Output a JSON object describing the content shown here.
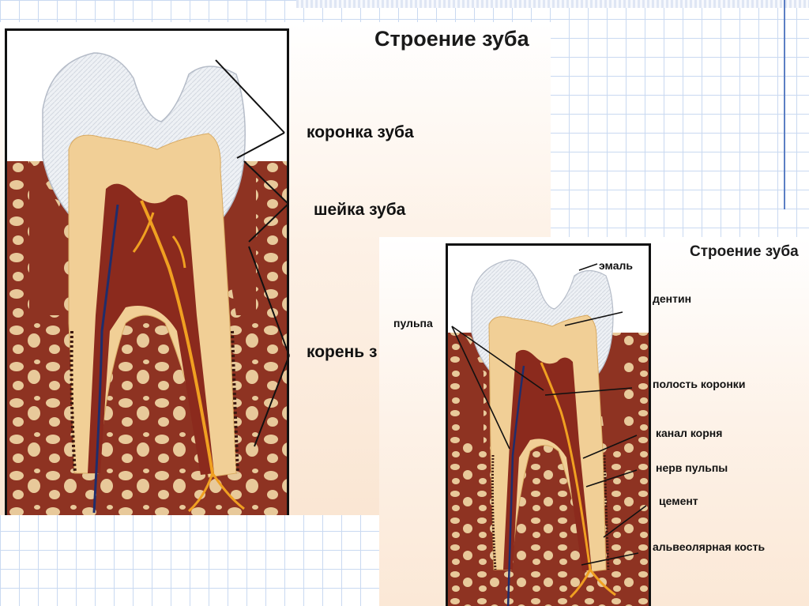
{
  "slide_main": {
    "title": "Строение зуба",
    "labels": {
      "crown": "коронка зуба",
      "neck": "шейка зуба",
      "root": "корень з"
    }
  },
  "slide_detail": {
    "title": "Строение зуба",
    "labels": {
      "enamel": "эмаль",
      "dentin": "дентин",
      "pulp": "пульпа",
      "crown_cavity": "полость коронки",
      "root_canal": "канал корня",
      "pulp_nerve": "нерв пульпы",
      "cement": "цемент",
      "alveolar_bone": "альвеолярная кость"
    }
  },
  "colors": {
    "grid": "#c9d9f1",
    "enamel": "#eef1f5",
    "dentin": "#f1cf96",
    "pulp": "#8b2a1d",
    "gum": "#8e3322",
    "bone": "#e8c99a",
    "nerve": "#f0a021",
    "vessel": "#1f2d6b"
  }
}
